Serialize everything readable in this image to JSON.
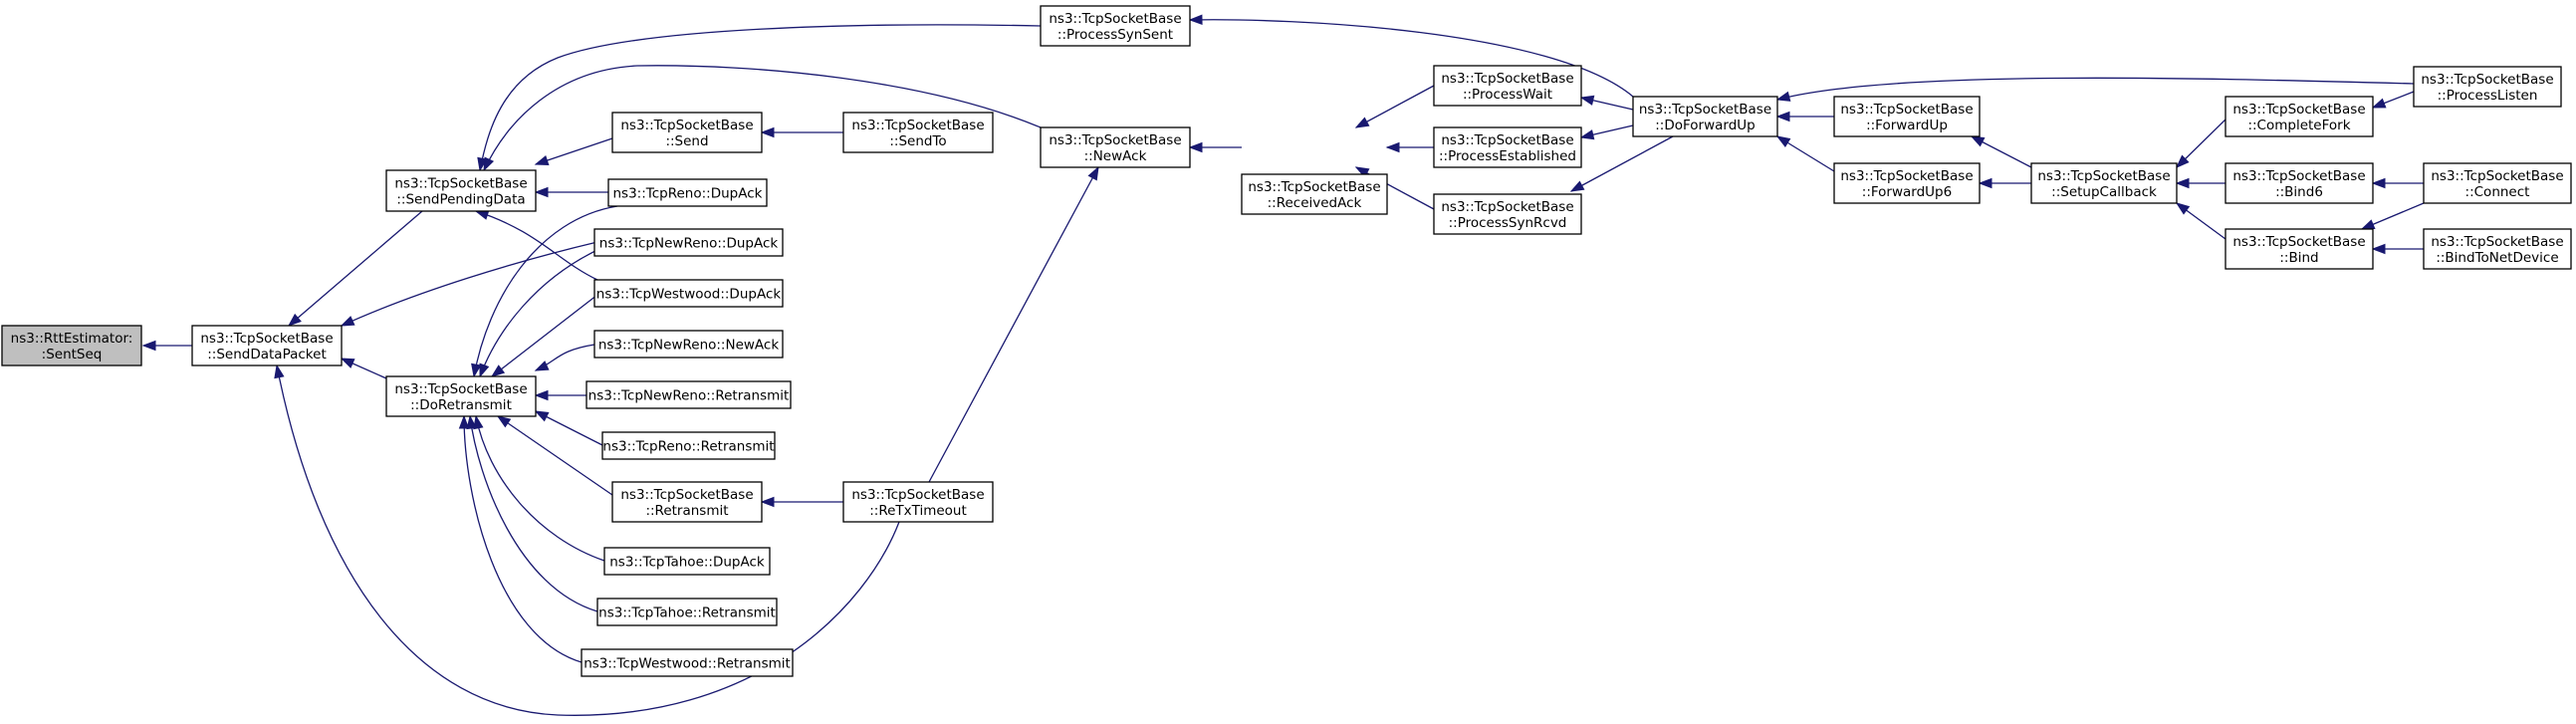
{
  "graph": {
    "title": "",
    "colors": {
      "edge": "#191970",
      "root_fill": "#bfbfbf",
      "node_fill": "#ffffff",
      "border": "#000000"
    },
    "nodes": [
      {
        "id": "n0",
        "name": "node-rttestimator-sentseq",
        "lines": [
          "ns3::RttEstimator:",
          ":SentSeq"
        ],
        "root": true
      },
      {
        "id": "n1",
        "name": "node-tcpsocketbase-senddatapacket",
        "lines": [
          "ns3::TcpSocketBase",
          "::SendDataPacket"
        ]
      },
      {
        "id": "n2",
        "name": "node-tcpsocketbase-sendpendingdata",
        "lines": [
          "ns3::TcpSocketBase",
          "::SendPendingData"
        ]
      },
      {
        "id": "n3",
        "name": "node-tcpsocketbase-doretransmit",
        "lines": [
          "ns3::TcpSocketBase",
          "::DoRetransmit"
        ]
      },
      {
        "id": "n4",
        "name": "node-tcpsocketbase-processsynsent",
        "lines": [
          "ns3::TcpSocketBase",
          "::ProcessSynSent"
        ]
      },
      {
        "id": "n5",
        "name": "node-tcpsocketbase-newack",
        "lines": [
          "ns3::TcpSocketBase",
          "::NewAck"
        ]
      },
      {
        "id": "n6",
        "name": "node-tcpsocketbase-send",
        "lines": [
          "ns3::TcpSocketBase",
          "::Send"
        ]
      },
      {
        "id": "n7",
        "name": "node-tcpsocketbase-sendto",
        "lines": [
          "ns3::TcpSocketBase",
          "::SendTo"
        ]
      },
      {
        "id": "n8",
        "name": "node-tcpreno-dupack",
        "lines": [
          "ns3::TcpReno::DupAck"
        ]
      },
      {
        "id": "n9",
        "name": "node-tcpnewreno-dupack",
        "lines": [
          "ns3::TcpNewReno::DupAck"
        ]
      },
      {
        "id": "n10",
        "name": "node-tcpwestwood-dupack",
        "lines": [
          "ns3::TcpWestwood::DupAck"
        ]
      },
      {
        "id": "n11",
        "name": "node-tcpnewreno-newack",
        "lines": [
          "ns3::TcpNewReno::NewAck"
        ]
      },
      {
        "id": "n12",
        "name": "node-tcpnewreno-retransmit",
        "lines": [
          "ns3::TcpNewReno::Retransmit"
        ]
      },
      {
        "id": "n13",
        "name": "node-tcpreno-retransmit",
        "lines": [
          "ns3::TcpReno::Retransmit"
        ]
      },
      {
        "id": "n14",
        "name": "node-tcpsocketbase-retransmit",
        "lines": [
          "ns3::TcpSocketBase",
          "::Retransmit"
        ]
      },
      {
        "id": "n15",
        "name": "node-tcptahoe-dupack",
        "lines": [
          "ns3::TcpTahoe::DupAck"
        ]
      },
      {
        "id": "n16",
        "name": "node-tcptahoe-retransmit",
        "lines": [
          "ns3::TcpTahoe::Retransmit"
        ]
      },
      {
        "id": "n17",
        "name": "node-tcpwestwood-retransmit",
        "lines": [
          "ns3::TcpWestwood::Retransmit"
        ]
      },
      {
        "id": "n18",
        "name": "node-tcpsocketbase-retxtimeout",
        "lines": [
          "ns3::TcpSocketBase",
          "::ReTxTimeout"
        ]
      },
      {
        "id": "n19",
        "name": "node-tcpsocketbase-receivedack",
        "lines": [
          "ns3::TcpSocketBase",
          "::ReceivedAck"
        ]
      },
      {
        "id": "n20",
        "name": "node-tcpsocketbase-processwait",
        "lines": [
          "ns3::TcpSocketBase",
          "::ProcessWait"
        ]
      },
      {
        "id": "n21",
        "name": "node-tcpsocketbase-processestablished",
        "lines": [
          "ns3::TcpSocketBase",
          "::ProcessEstablished"
        ]
      },
      {
        "id": "n22",
        "name": "node-tcpsocketbase-processsynrcvd",
        "lines": [
          "ns3::TcpSocketBase",
          "::ProcessSynRcvd"
        ]
      },
      {
        "id": "n23",
        "name": "node-tcpsocketbase-doforwardup",
        "lines": [
          "ns3::TcpSocketBase",
          "::DoForwardUp"
        ]
      },
      {
        "id": "n24",
        "name": "node-tcpsocketbase-forwardup",
        "lines": [
          "ns3::TcpSocketBase",
          "::ForwardUp"
        ]
      },
      {
        "id": "n25",
        "name": "node-tcpsocketbase-forwardup6",
        "lines": [
          "ns3::TcpSocketBase",
          "::ForwardUp6"
        ]
      },
      {
        "id": "n26",
        "name": "node-tcpsocketbase-setupcallback",
        "lines": [
          "ns3::TcpSocketBase",
          "::SetupCallback"
        ]
      },
      {
        "id": "n27",
        "name": "node-tcpsocketbase-completefork",
        "lines": [
          "ns3::TcpSocketBase",
          "::CompleteFork"
        ]
      },
      {
        "id": "n28",
        "name": "node-tcpsocketbase-bind6",
        "lines": [
          "ns3::TcpSocketBase",
          "::Bind6"
        ]
      },
      {
        "id": "n29",
        "name": "node-tcpsocketbase-bind",
        "lines": [
          "ns3::TcpSocketBase",
          "::Bind"
        ]
      },
      {
        "id": "n30",
        "name": "node-tcpsocketbase-processlisten",
        "lines": [
          "ns3::TcpSocketBase",
          "::ProcessListen"
        ]
      },
      {
        "id": "n31",
        "name": "node-tcpsocketbase-connect",
        "lines": [
          "ns3::TcpSocketBase",
          "::Connect"
        ]
      },
      {
        "id": "n32",
        "name": "node-tcpsocketbase-bindtonetdevice",
        "lines": [
          "ns3::TcpSocketBase",
          "::BindToNetDevice"
        ]
      }
    ],
    "edges": [
      [
        "n1",
        "n0"
      ],
      [
        "n2",
        "n1"
      ],
      [
        "n3",
        "n1"
      ],
      [
        "n18",
        "n1"
      ],
      [
        "n9",
        "n1"
      ],
      [
        "n4",
        "n2"
      ],
      [
        "n5",
        "n2"
      ],
      [
        "n6",
        "n2"
      ],
      [
        "n8",
        "n2"
      ],
      [
        "n10",
        "n2"
      ],
      [
        "n7",
        "n6"
      ],
      [
        "n8",
        "n3"
      ],
      [
        "n9",
        "n3"
      ],
      [
        "n10",
        "n3"
      ],
      [
        "n11",
        "n3"
      ],
      [
        "n12",
        "n3"
      ],
      [
        "n13",
        "n3"
      ],
      [
        "n14",
        "n3"
      ],
      [
        "n15",
        "n3"
      ],
      [
        "n16",
        "n3"
      ],
      [
        "n17",
        "n3"
      ],
      [
        "n18",
        "n14"
      ],
      [
        "n18",
        "n5"
      ],
      [
        "n19",
        "n5"
      ],
      [
        "n20",
        "n19"
      ],
      [
        "n21",
        "n19"
      ],
      [
        "n22",
        "n19"
      ],
      [
        "n23",
        "n4"
      ],
      [
        "n23",
        "n20"
      ],
      [
        "n23",
        "n21"
      ],
      [
        "n23",
        "n22"
      ],
      [
        "n24",
        "n23"
      ],
      [
        "n25",
        "n23"
      ],
      [
        "n30",
        "n23"
      ],
      [
        "n26",
        "n24"
      ],
      [
        "n26",
        "n25"
      ],
      [
        "n27",
        "n26"
      ],
      [
        "n28",
        "n26"
      ],
      [
        "n29",
        "n26"
      ],
      [
        "n30",
        "n27"
      ],
      [
        "n31",
        "n28"
      ],
      [
        "n31",
        "n29"
      ],
      [
        "n32",
        "n29"
      ]
    ]
  }
}
